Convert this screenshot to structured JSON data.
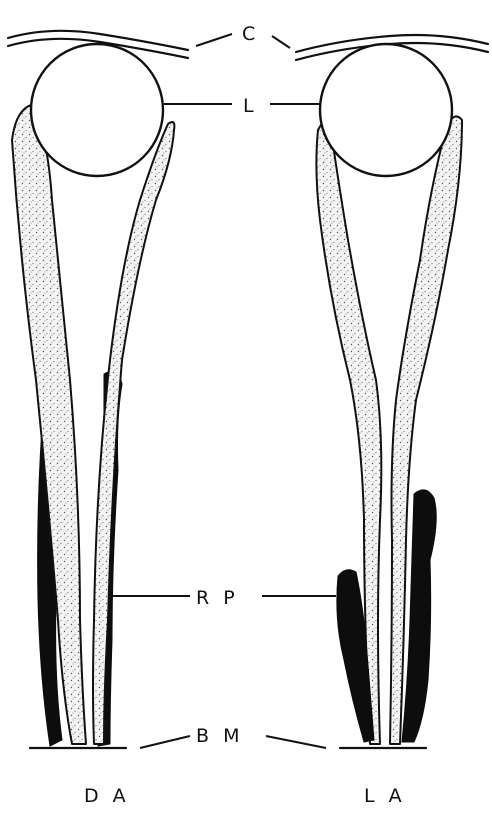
{
  "labels": {
    "cornea": "C",
    "lens": "L",
    "retinal_pigment": "R P",
    "basement_membrane": "B M",
    "dark_adapted": "D A",
    "light_adapted": "L A"
  }
}
